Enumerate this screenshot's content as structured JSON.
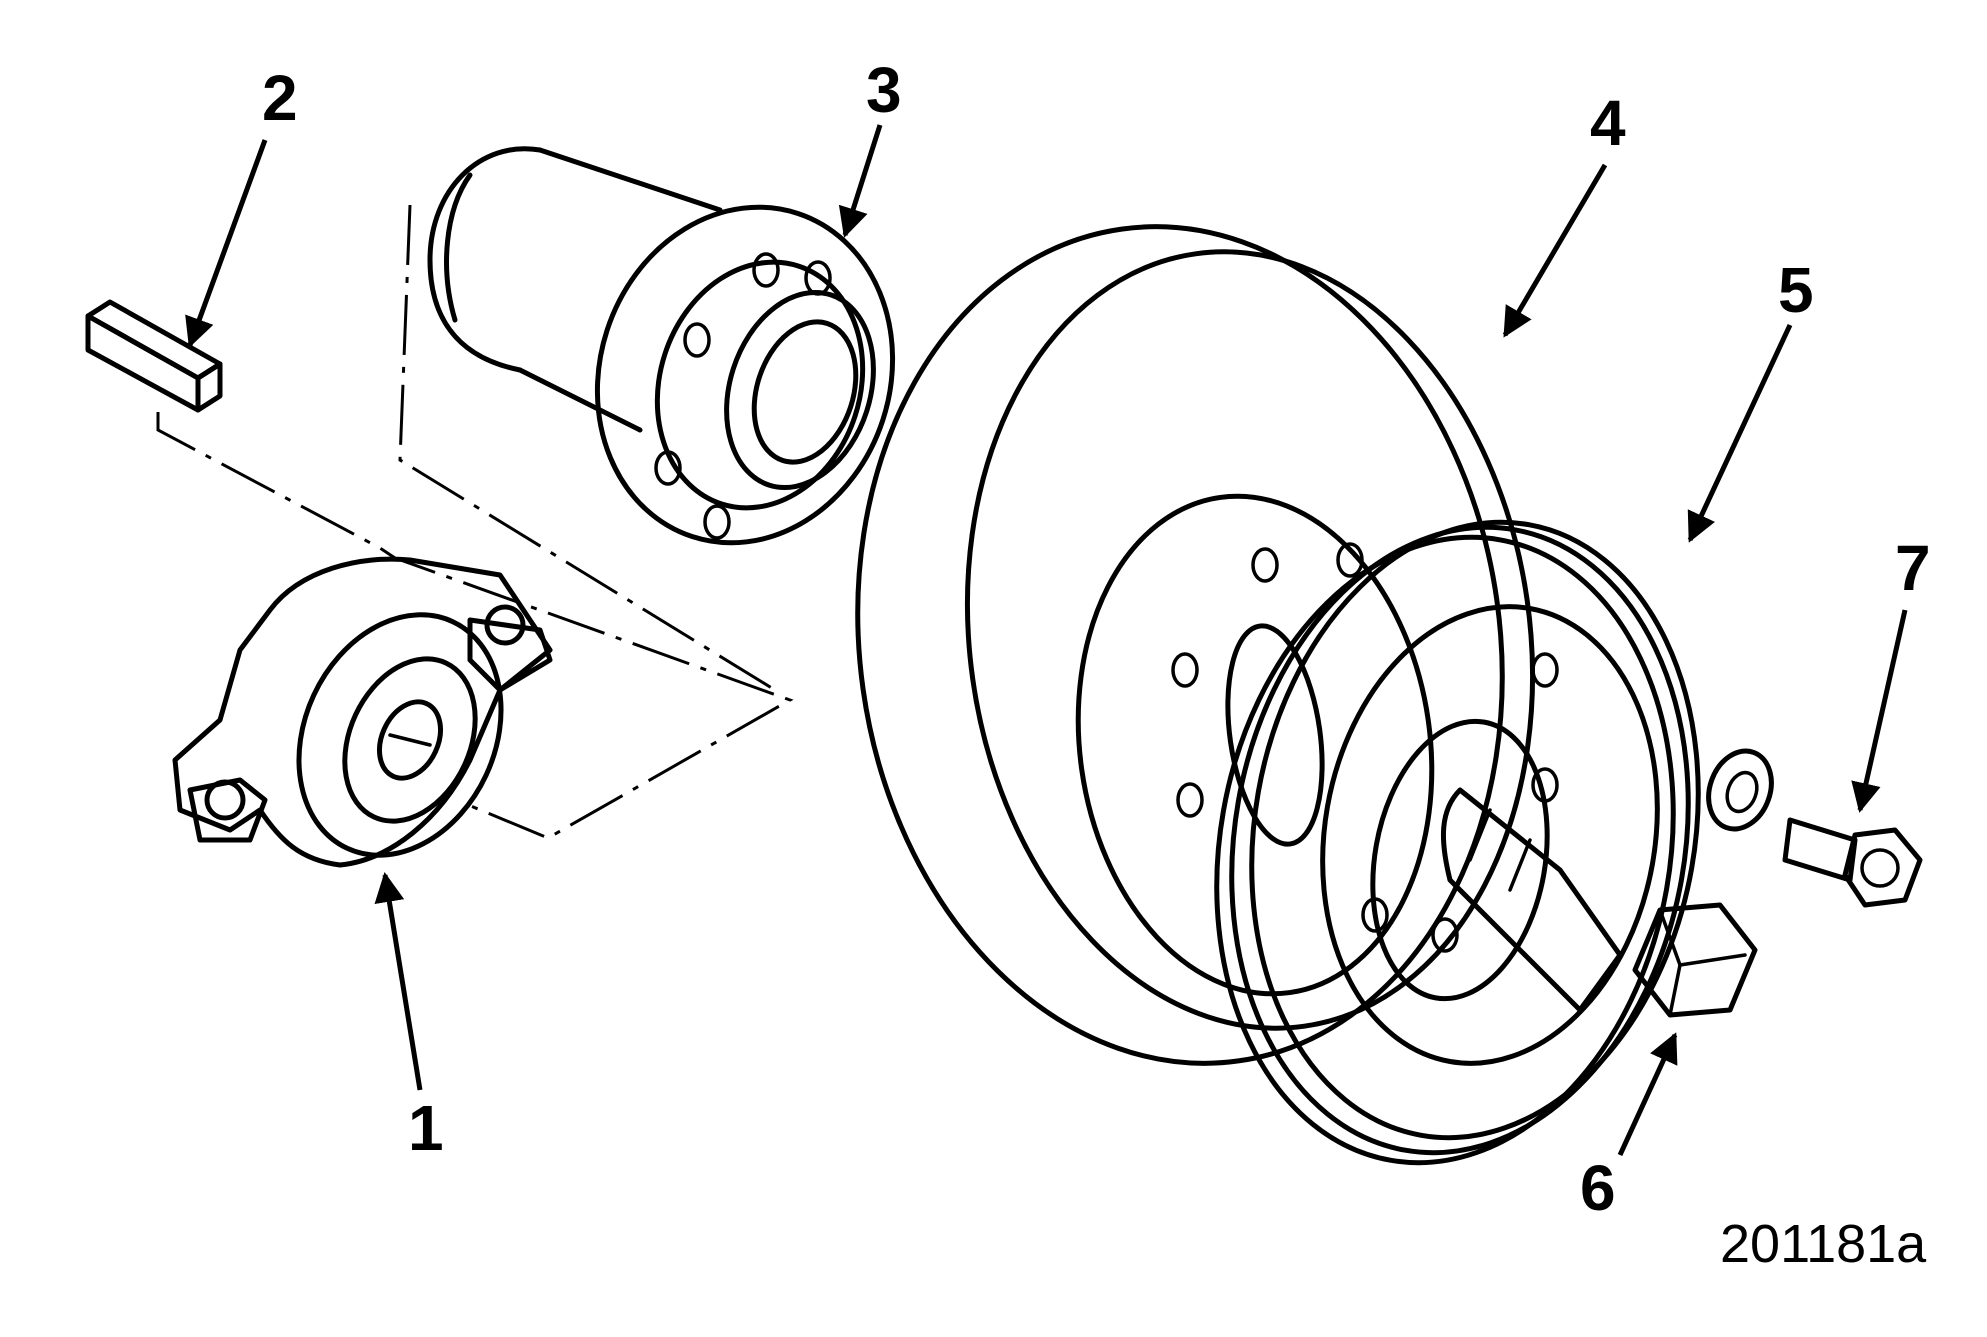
{
  "figure": {
    "id_label": "201181a",
    "callouts": [
      {
        "key": "c1",
        "number": "1"
      },
      {
        "key": "c2",
        "number": "2"
      },
      {
        "key": "c3",
        "number": "3"
      },
      {
        "key": "c4",
        "number": "4"
      },
      {
        "key": "c5",
        "number": "5"
      },
      {
        "key": "c6",
        "number": "6"
      },
      {
        "key": "c7",
        "number": "7"
      }
    ]
  }
}
